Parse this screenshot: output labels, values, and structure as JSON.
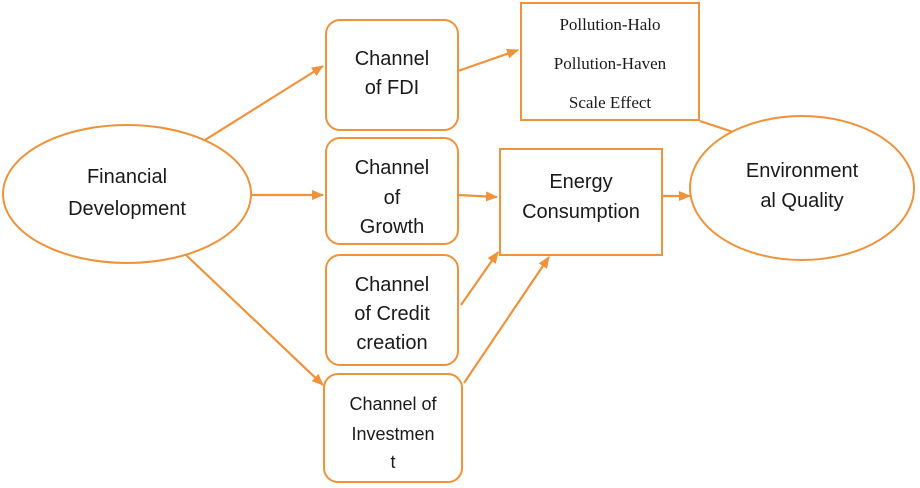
{
  "colors": {
    "stroke": "#f0923a",
    "text": "#1a1a1a",
    "background": "#ffffff"
  },
  "nodes": {
    "financial_development": {
      "lines": [
        "Financial",
        "Development"
      ]
    },
    "channel_fdi": {
      "lines": [
        "Channel",
        "of FDI"
      ]
    },
    "channel_growth": {
      "lines": [
        "Channel",
        "of",
        "Growth"
      ]
    },
    "channel_credit": {
      "lines": [
        "Channel",
        "of Credit",
        "creation"
      ]
    },
    "channel_investment": {
      "lines": [
        "Channel of",
        "Investmen",
        "t"
      ]
    },
    "pollution_box": {
      "lines": [
        "Pollution-Halo",
        "Pollution-Haven",
        "Scale Effect"
      ]
    },
    "energy_consumption": {
      "lines": [
        "Energy",
        "Consumption"
      ]
    },
    "environmental_quality": {
      "lines": [
        "Environment",
        "al Quality"
      ]
    }
  }
}
